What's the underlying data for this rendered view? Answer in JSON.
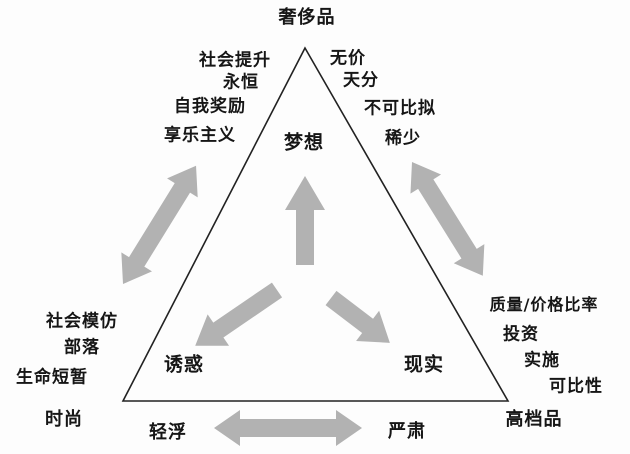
{
  "diagram": {
    "apex_label": "奢侈品",
    "left_corner_label": "时尚",
    "right_corner_label": "高档品",
    "inner": {
      "dream": "梦想",
      "temptation": "诱惑",
      "reality": "现实"
    },
    "left_edge": [
      "社会提升",
      "永恒",
      "自我奖励",
      "享乐主义"
    ],
    "right_edge": [
      "无价",
      "天分",
      "不可比拟",
      "稀少"
    ],
    "left_corner_traits": [
      "社会模仿",
      "部落",
      "生命短暂"
    ],
    "right_corner_traits": [
      "质量/价格比率",
      "投资",
      "实施",
      "可比性"
    ],
    "bottom_axis": {
      "left": "轻浮",
      "right": "严肃"
    },
    "colors": {
      "arrow": "#b2b2b2",
      "line": "#222222",
      "text": "#161616",
      "background": "#fdfdfd"
    }
  }
}
